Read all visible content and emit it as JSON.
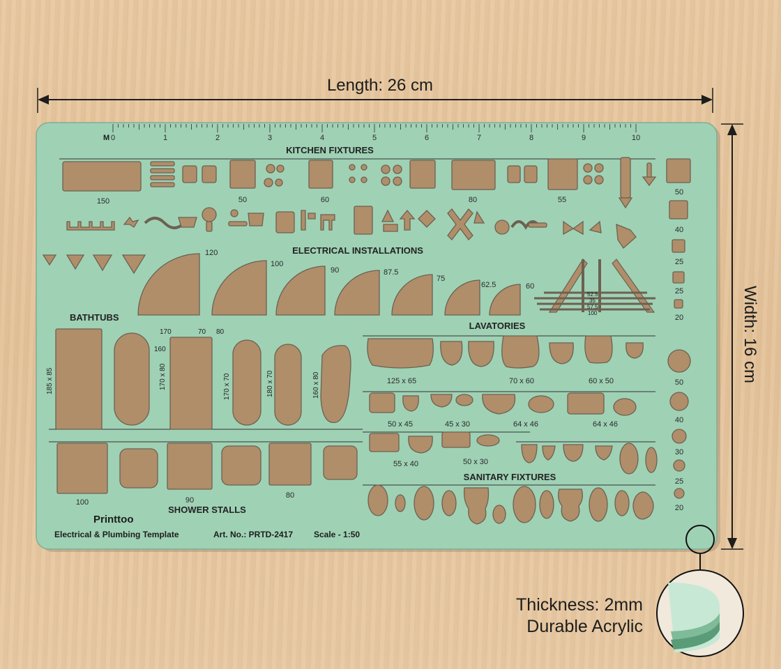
{
  "dimensions": {
    "length_label": "Length: 26 cm",
    "width_label": "Width: 16 cm",
    "thickness_label": "Thickness: 2mm",
    "material_label": "Durable Acrylic"
  },
  "template": {
    "ruler": {
      "unit": "M",
      "ticks": [
        "0",
        "1",
        "2",
        "3",
        "4",
        "5",
        "6",
        "7",
        "8",
        "9",
        "10"
      ]
    },
    "sections": {
      "kitchen": "KITCHEN FIXTURES",
      "electrical": "ELECTRICAL INSTALLATIONS",
      "bathtubs": "BATHTUBS",
      "lavatories": "LAVATORIES",
      "sanitary": "SANITARY FIXTURES",
      "shower": "SHOWER STALLS"
    },
    "kitchen_sizes": [
      "150",
      "50",
      "60",
      "80",
      "55"
    ],
    "door_sizes": [
      "120",
      "100",
      "90",
      "87.5",
      "75",
      "62.5",
      "60"
    ],
    "stair_labels": [
      "52.5",
      "35",
      "57.5",
      "100"
    ],
    "right_squares": [
      "50",
      "40",
      "25",
      "25",
      "20"
    ],
    "right_circles": [
      "50",
      "40",
      "30",
      "25",
      "20"
    ],
    "bathtub_labels": [
      "185 x 85",
      "170",
      "160",
      "170 x 80",
      "70",
      "80",
      "170 x 70",
      "180 x 70",
      "160 x 80"
    ],
    "lavatory_labels": [
      "125 x 65",
      "70 x 60",
      "60 x 50",
      "50 x 45",
      "45 x 30",
      "64 x 46",
      "64 x 46",
      "55 x 40",
      "50 x 30"
    ],
    "shower_sizes": [
      "100",
      "90",
      "80"
    ],
    "brand": "Printtoo",
    "product_name": "Electrical & Plumbing Template",
    "art_no": "Art. No.: PRTD-2417",
    "scale": "Scale - 1:50"
  },
  "colors": {
    "acrylic": "#9fd1b5",
    "wood": "#e6c69f"
  }
}
